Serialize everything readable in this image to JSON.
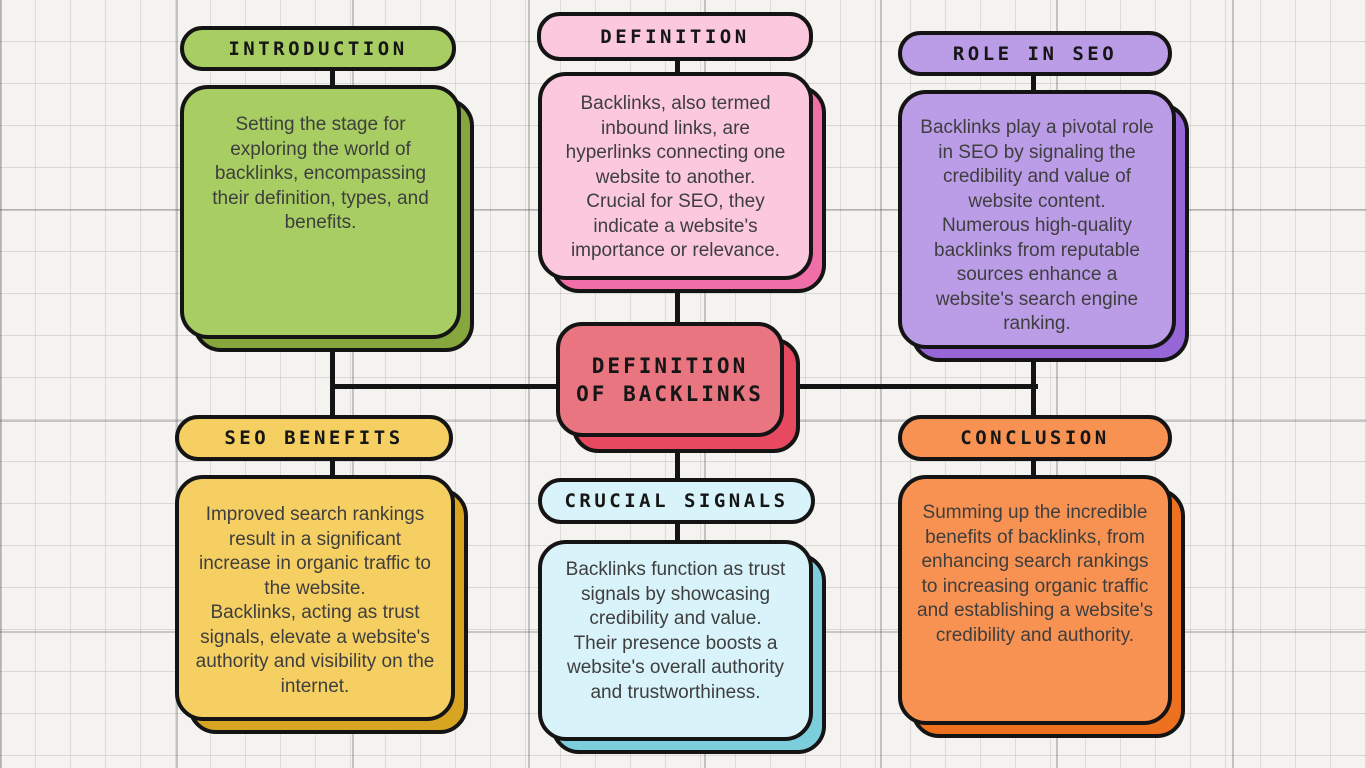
{
  "style": {
    "line_color": "#141414",
    "text_color": "#3e3e3e",
    "background_color": "#f4f3f0"
  },
  "center": {
    "line1": "DEFINITION",
    "line2": "OF BACKLINKS",
    "fill": "#e87580",
    "shadow": "#e74a60"
  },
  "nodes": {
    "introduction": {
      "label": "INTRODUCTION",
      "body": "Setting the stage for exploring the world of backlinks, encompassing their definition, types, and benefits.",
      "fill": "#a7cd63",
      "shadow": "#85a73e"
    },
    "definition": {
      "label": "DEFINITION",
      "body": "Backlinks, also termed inbound links, are hyperlinks connecting one website to another.\nCrucial for SEO, they indicate a website's importance or relevance.",
      "fill": "#fbc8dd",
      "shadow": "#f06fa8"
    },
    "role_in_seo": {
      "label": "ROLE IN SEO",
      "body": "Backlinks play a pivotal role in SEO by signaling the credibility and value of website content.\nNumerous high-quality backlinks from reputable sources enhance a website's search engine ranking.",
      "fill": "#bb9ce7",
      "shadow": "#9766d7"
    },
    "seo_benefits": {
      "label": "SEO BENEFITS",
      "body": "Improved search rankings result in a significant increase in organic traffic to the website.\nBacklinks, acting as trust signals, elevate a website's authority and visibility on the internet.",
      "fill": "#f5cf61",
      "shadow": "#d8a523"
    },
    "crucial_signals": {
      "label": "CRUCIAL SIGNALS",
      "body": "Backlinks function as trust signals by showcasing credibility and value.\nTheir presence boosts a website's overall authority and trustworthiness.",
      "fill": "#d9f3fa",
      "shadow": "#7ccedd"
    },
    "conclusion": {
      "label": "CONCLUSION",
      "body": "Summing up the incredible benefits of backlinks, from enhancing search rankings to increasing organic traffic and establishing a website's credibility and authority.",
      "fill": "#f79253",
      "shadow": "#ee7120"
    }
  }
}
